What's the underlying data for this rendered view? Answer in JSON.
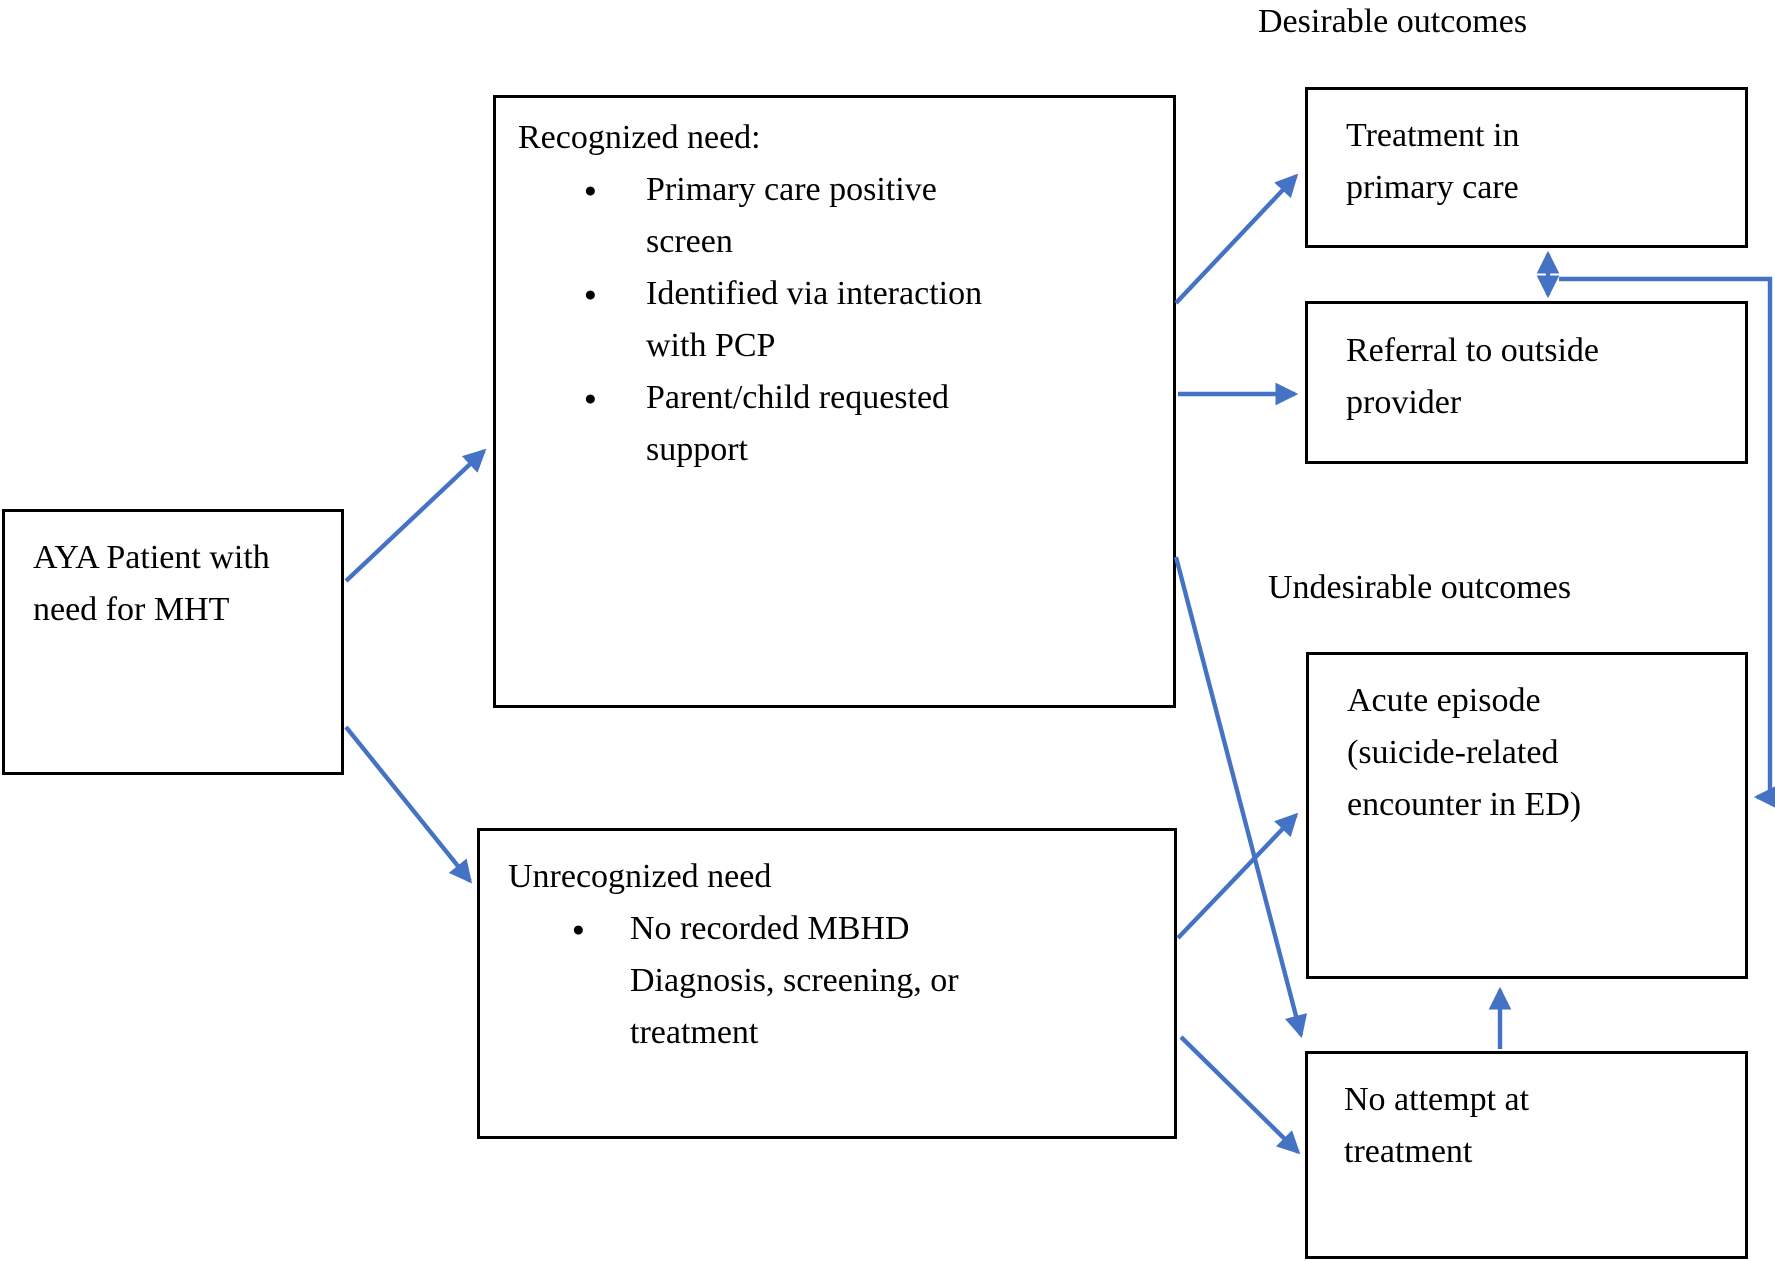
{
  "headings": {
    "desirable": "Desirable outcomes",
    "undesirable": "Undesirable outcomes"
  },
  "nodes": {
    "aya": {
      "text": "AYA Patient with need for MHT"
    },
    "recognized": {
      "title": "Recognized need:",
      "bullets": [
        "Primary care positive screen",
        "Identified via interaction with PCP",
        "Parent/child requested support"
      ]
    },
    "unrecognized": {
      "title": "Unrecognized need",
      "bullets": [
        "No recorded MBHD Diagnosis, screening, or treatment"
      ]
    },
    "treatment": {
      "text": "Treatment in primary care"
    },
    "referral": {
      "text": "Referral to outside provider"
    },
    "acute": {
      "text": "Acute episode (suicide-related encounter in ED)"
    },
    "no_attempt": {
      "text": "No attempt at treatment"
    }
  },
  "edges": [
    {
      "from": "aya-patient",
      "to": "recognized-need",
      "style": "straight"
    },
    {
      "from": "aya-patient",
      "to": "unrecognized-need",
      "style": "straight"
    },
    {
      "from": "recognized-need",
      "to": "treatment-in-primary-care",
      "style": "straight"
    },
    {
      "from": "recognized-need",
      "to": "referral-to-outside-provider",
      "style": "straight"
    },
    {
      "from": "recognized-need",
      "to": "no-attempt-at-treatment",
      "style": "straight"
    },
    {
      "from": "unrecognized-need",
      "to": "acute-episode",
      "style": "straight"
    },
    {
      "from": "unrecognized-need",
      "to": "no-attempt-at-treatment",
      "style": "straight"
    },
    {
      "from": "no-attempt-at-treatment",
      "to": "acute-episode",
      "style": "straight"
    },
    {
      "from": "treatment-in-primary-care",
      "to": "referral-to-outside-provider",
      "style": "straight",
      "bidirectional": true
    },
    {
      "from": "treatment-referral-junction",
      "to": "acute-episode",
      "style": "elbow"
    }
  ],
  "colors": {
    "arrow": "#4472C4",
    "box_border": "#000000",
    "background": "#FFFFFF",
    "text": "#000000"
  }
}
